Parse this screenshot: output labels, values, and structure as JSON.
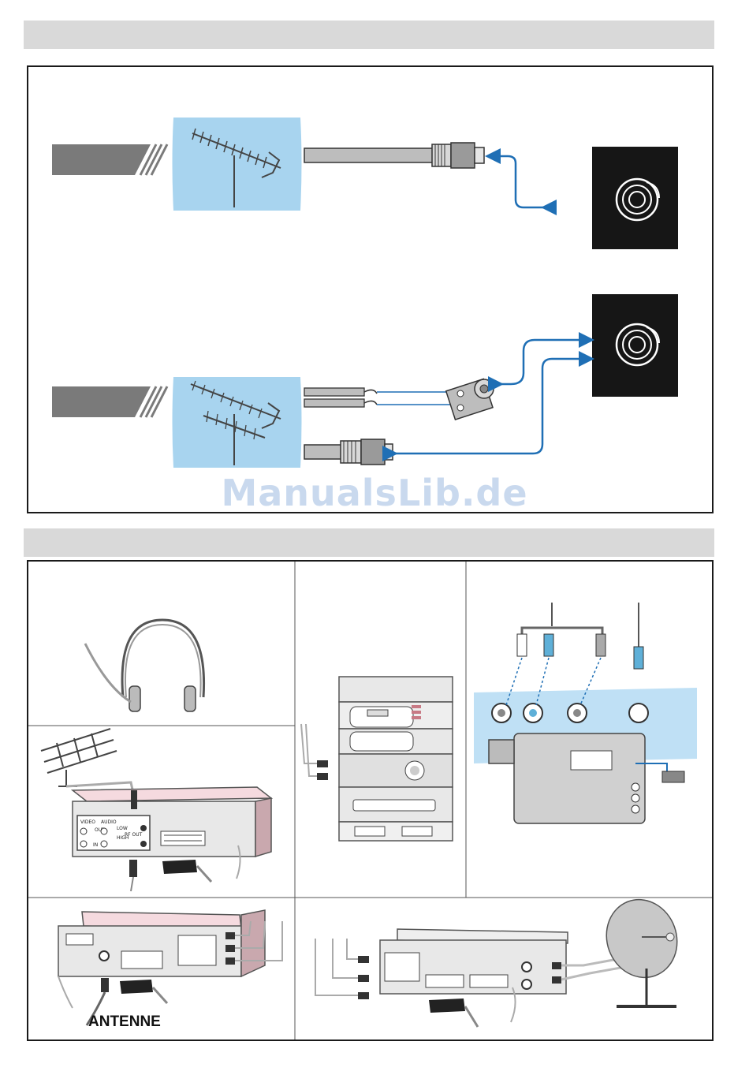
{
  "watermark": {
    "text": "ManualsLib.de"
  },
  "labels": {
    "antenne": "ANTENNE"
  },
  "vcr_panel": {
    "video": "VIDEO",
    "audio": "AUDIO",
    "out": "OUT",
    "in": "IN",
    "low": "LOW",
    "high": "HIGH",
    "rf_out": "RF OUT"
  },
  "colors": {
    "header_bar": "#d9d9d9",
    "antenna_bg": "#a8d4ef",
    "arrow": "#1f6fb5",
    "socket_box": "#161616",
    "camcorder_strip": "#bfe0f5"
  }
}
